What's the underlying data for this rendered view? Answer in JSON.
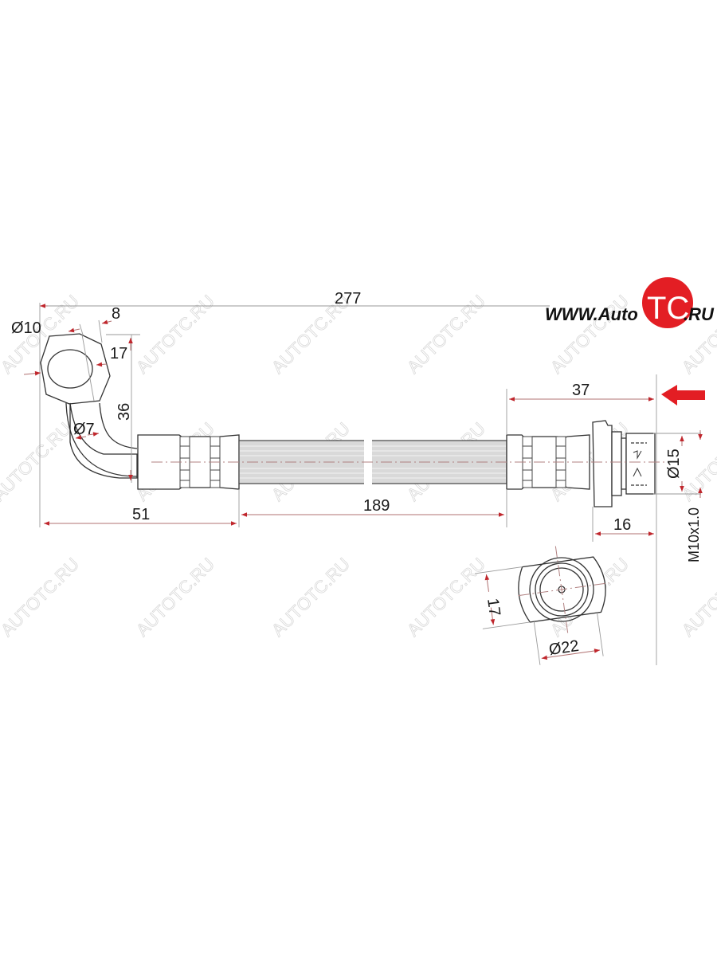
{
  "logo": {
    "prefix": "WWW.Auto",
    "badge": "TC",
    "suffix": ".RU",
    "badge_color": "#e31e24"
  },
  "watermark": {
    "text": "AUTOTC.RU"
  },
  "dimensions": {
    "overall_length": "277",
    "banjo_bore": "Ø10",
    "banjo_thickness": "8",
    "banjo_hex": "17",
    "banjo_drop": "36",
    "pipe_diameter": "Ø7",
    "left_fitting_length": "51",
    "hose_length": "189",
    "right_fitting_length": "37",
    "thread_diameter": "Ø15",
    "thread_length": "16",
    "thread_spec": "M10x1.0",
    "end_hex_flat": "17",
    "end_collar_diameter": "Ø22"
  },
  "colors": {
    "dimension_arrow": "#c0272d",
    "dimension_line": "#b07070",
    "hose_fill": "#d9d9d9",
    "direction_arrow": "#e31e24"
  }
}
